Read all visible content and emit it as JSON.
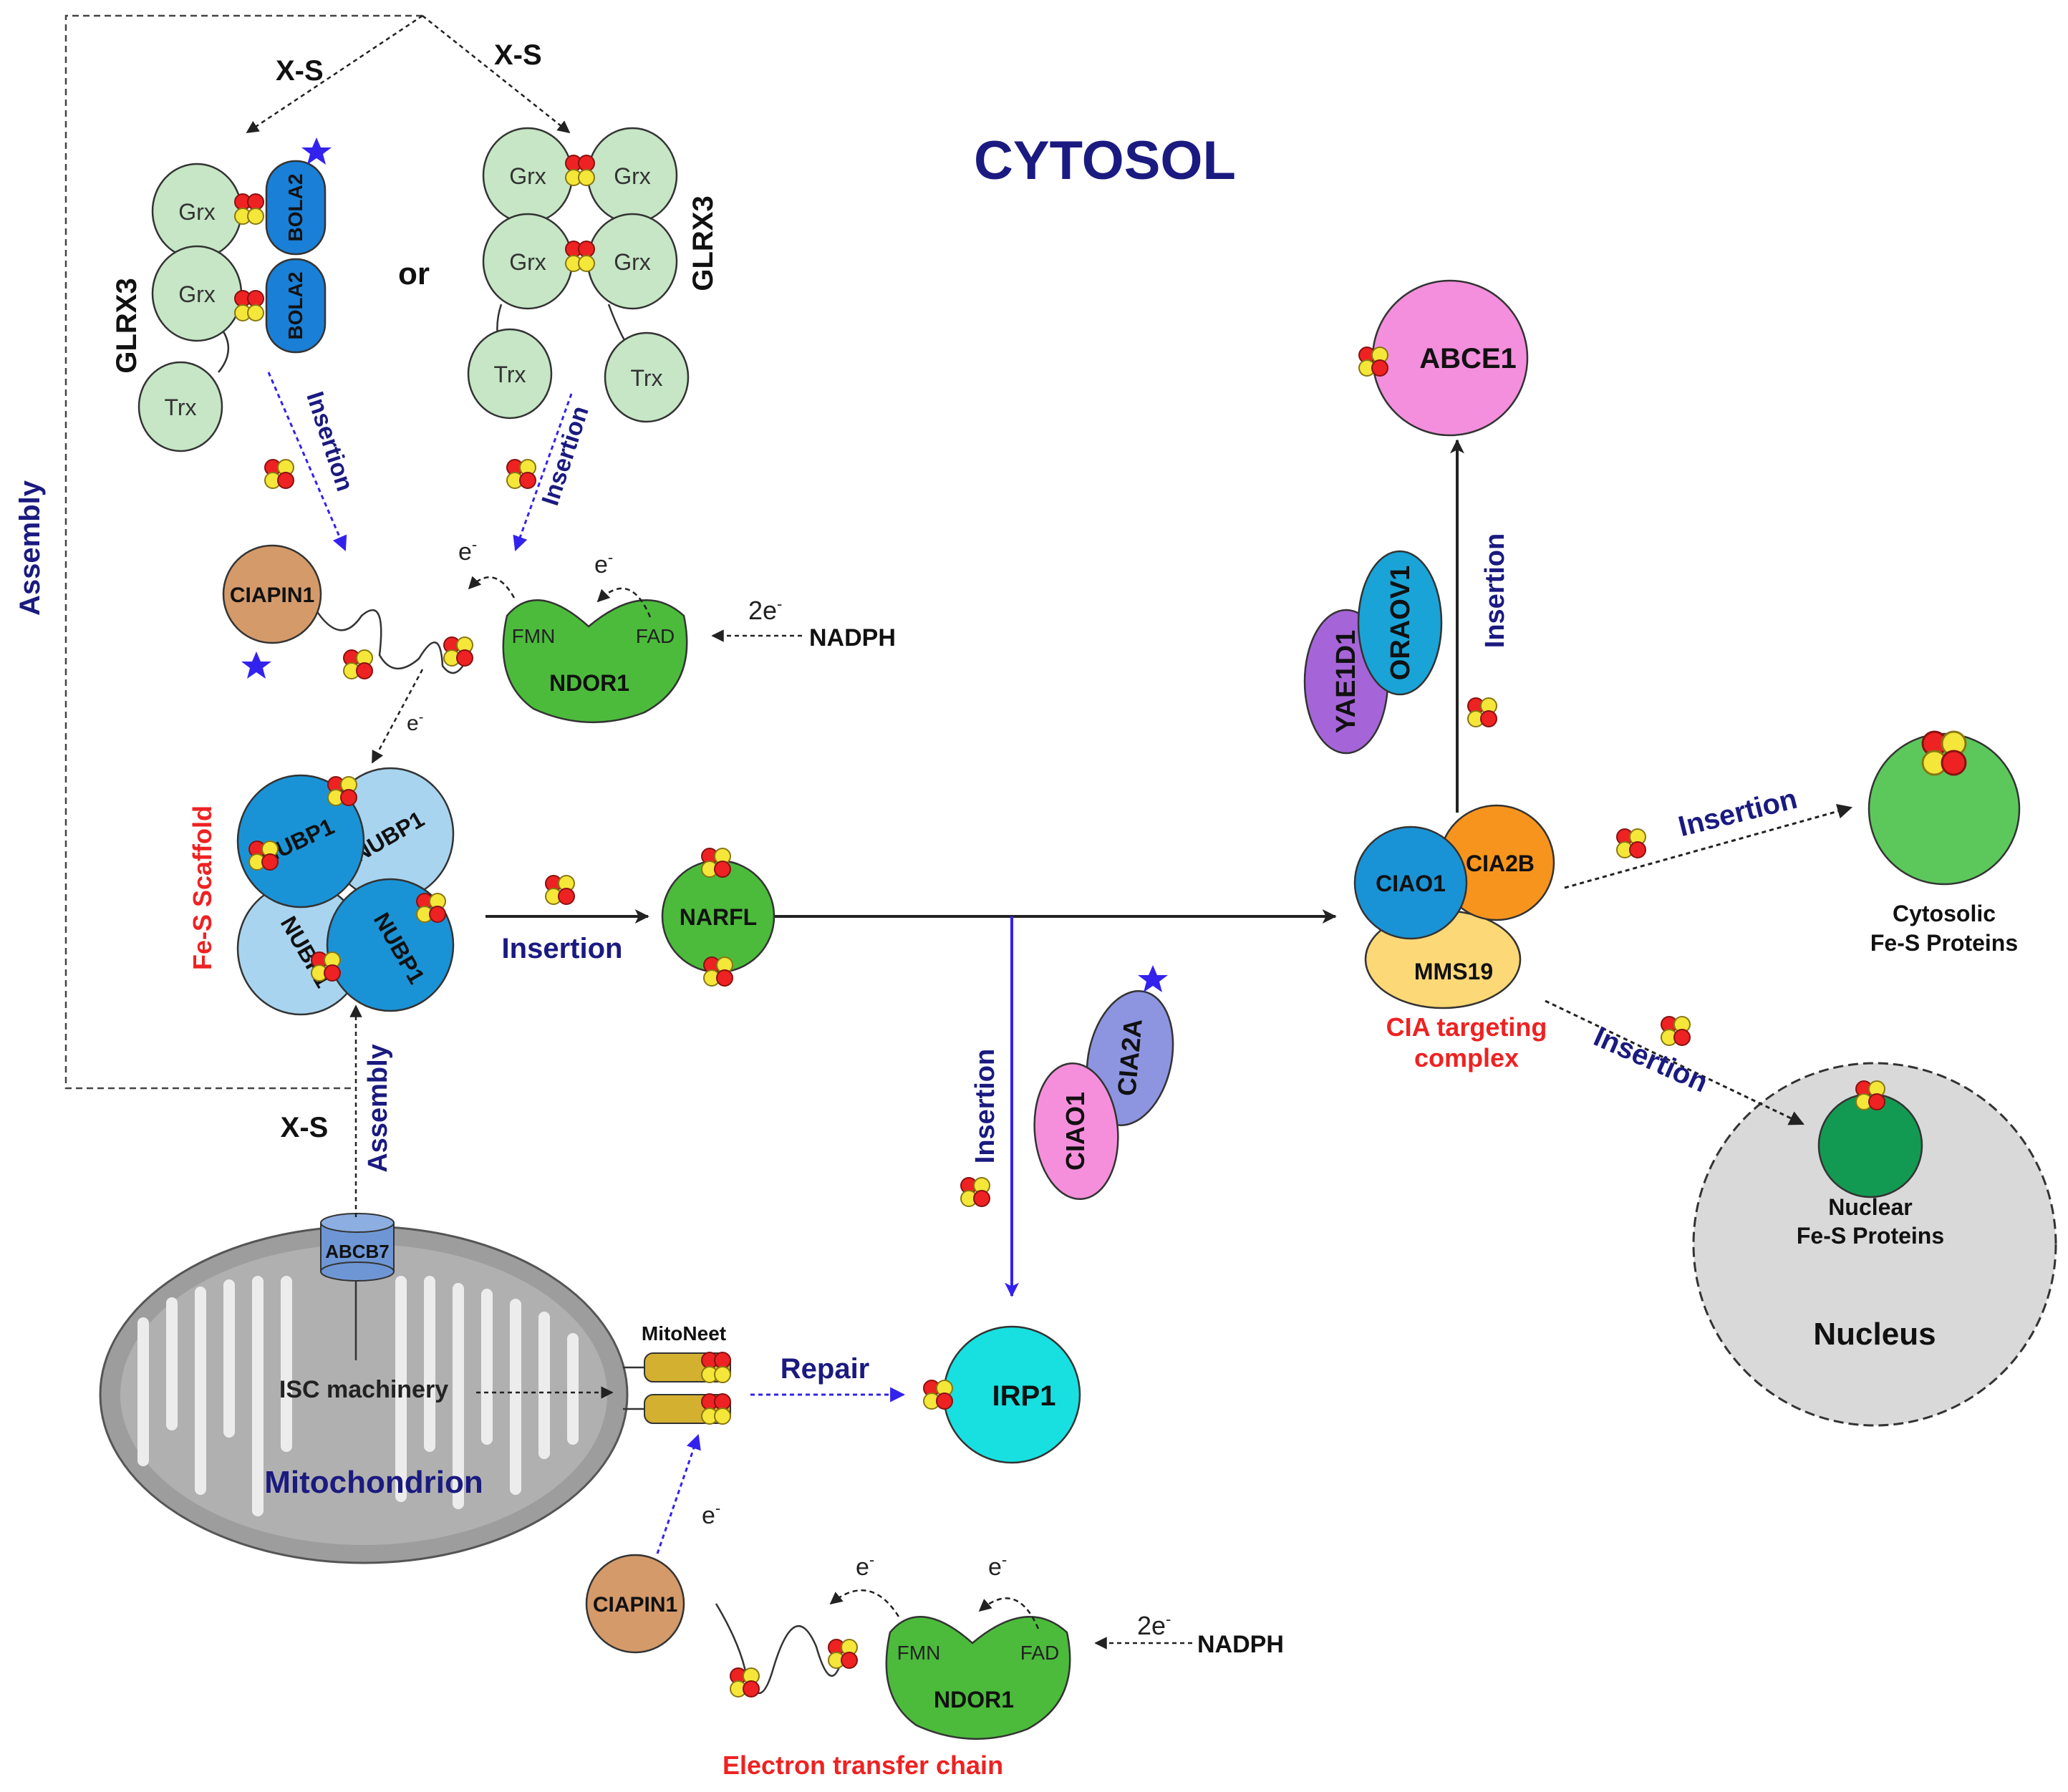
{
  "title": "CYTOSOL",
  "colors": {
    "navy": "#1a1a80",
    "red": "#ee2222",
    "blue_arrow": "#3322ee",
    "grx": "#c6e6c6",
    "bola": "#1a7fd6",
    "ciapin": "#d49a6a",
    "ndor": "#4cbb3c",
    "nubp_dark": "#1a93d6",
    "nubp_light": "#a8d4ef",
    "narfl": "#4cbb3c",
    "ciao1": "#1a93d6",
    "cia2b": "#f7941d",
    "mms19": "#fdd876",
    "abce1": "#f38fdc",
    "yae1d1": "#a565d8",
    "oraov1": "#1aa3d6",
    "cia2a": "#8d94e0",
    "ciao1_pink": "#f58fdc",
    "irp1": "#18e0e0",
    "cytosolic_fes": "#5cc85c",
    "nuclear_fes": "#139a52",
    "nucleus": "#d9d9d9",
    "mito": "#9d9d9d",
    "abcb7": "#6e96d4",
    "mitoneet": "#d4b030"
  },
  "top": {
    "xs_left": "X-S",
    "xs_right": "X-S",
    "or": "or",
    "glrx3_left": "GLRX3",
    "glrx3_right": "GLRX3",
    "grx": "Grx",
    "trx": "Trx",
    "bola2": "BOLA2",
    "insertion": "Insertion"
  },
  "assembly_left": "Assembly",
  "electron": "e",
  "electron_sup": "-",
  "two_e": "2e",
  "nadph": "NADPH",
  "ciapin1": "CIAPIN1",
  "ndor1": "NDOR1",
  "fmn": "FMN",
  "fad": "FAD",
  "scaffold": {
    "label": "Fe-S Scaffold",
    "nubp1": "NUBP1"
  },
  "narfl": "NARFL",
  "insertion": "Insertion",
  "repair": "Repair",
  "assembly": "Assembly",
  "xs_bottom": "X-S",
  "cia": {
    "ciao1": "CIAO1",
    "cia2b": "CIA2B",
    "mms19": "MMS19",
    "label_1": "CIA targeting",
    "label_2": "complex"
  },
  "abce1": "ABCE1",
  "yae1d1": "YAE1D1",
  "oraov1": "ORAOV1",
  "cytosolic_1": "Cytosolic",
  "cytosolic_2": "Fe-S Proteins",
  "nuclear_1": "Nuclear",
  "nuclear_2": "Fe-S Proteins",
  "nucleus": "Nucleus",
  "ciao1": "CIAO1",
  "cia2a": "CIA2A",
  "irp1": "IRP1",
  "mitoneet": "MitoNeet",
  "abcb7": "ABCB7",
  "isc": "ISC machinery",
  "mito": "Mitochondrion",
  "etc": "Electron transfer chain"
}
